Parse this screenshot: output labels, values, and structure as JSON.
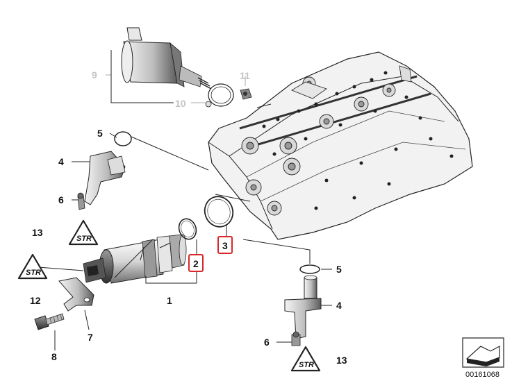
{
  "labels": {
    "l1": "1",
    "l2": "2",
    "l3": "3",
    "l4a": "4",
    "l4b": "4",
    "l5a": "5",
    "l5b": "5",
    "l6a": "6",
    "l6b": "6",
    "l7": "7",
    "l8": "8",
    "l9": "9",
    "l10": "10",
    "l11": "11",
    "l12": "12",
    "l13a": "13",
    "l13b": "13"
  },
  "highlighted": [
    "2",
    "3"
  ],
  "colors": {
    "highlight": "#d9262b",
    "ink": "#222222",
    "muted_label": "#c4c4c4"
  },
  "triangle_text": "STR",
  "reference_number": "00161068",
  "icons": {
    "corner": "arrow-stamp-icon",
    "warning": "warning-triangle-icon"
  }
}
